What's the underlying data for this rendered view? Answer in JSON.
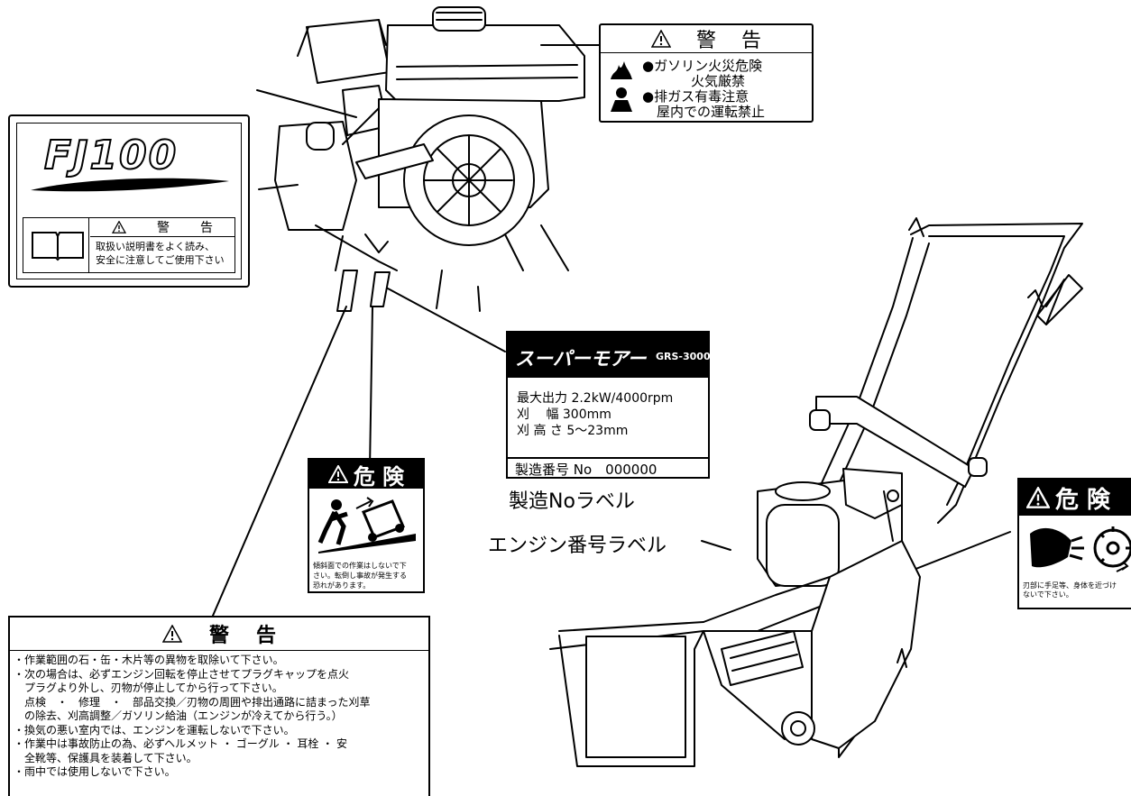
{
  "fuel_label": {
    "header": [
      "警",
      "告"
    ],
    "line1": "●ガソリン火災危険",
    "line2": "火気厳禁",
    "line3": "●排ガス有毒注意",
    "line4": "屋内での運転禁止"
  },
  "model_label": {
    "model": "FJ100",
    "header": [
      "警",
      "告"
    ],
    "text1": "取扱い説明書をよく読み、",
    "text2": "安全に注意してご使用下さい"
  },
  "serial_label": {
    "product": "スーパーモアー",
    "model_code": "GRS-3000",
    "row1": "最大出力 2.2kW/4000rpm",
    "row2": "刈　 幅 300mm",
    "row3": "刈 高 さ 5～23mm",
    "serial": "製造番号 No　000000",
    "caption": "製造Noラベル"
  },
  "slope_label": {
    "header": "危 険",
    "text1": "傾斜面での作業はしないで下",
    "text2": "さい。転倒し事故が発生する",
    "text3": "恐れがあります。"
  },
  "blade_label": {
    "header": "危 険",
    "text1": "刃部に手足等、身体を近づけ",
    "text2": "ないで下さい。"
  },
  "engine_number_callout": "エンジン番号ラベル",
  "general_warning": {
    "header": [
      "警",
      "告"
    ],
    "lines": [
      "・作業範囲の石・缶・木片等の異物を取除いて下さい。",
      "・次の場合は、必ずエンジン回転を停止させてプラグキャップを点火",
      "　プラグより外し、刃物が停止してから行って下さい。",
      "　点検　・　修理　・　部品交換／刃物の周囲や排出通路に詰まった刈草",
      "　の除去、刈高調整／ガソリン給油（エンジンが冷えてから行う。）",
      "・換気の悪い室内では、エンジンを運転しないで下さい。",
      "・作業中は事故防止の為、必ずヘルメット ・ ゴーグル ・ 耳栓 ・ 安",
      "　全靴等、保護具を装着して下さい。",
      "・雨中では使用しないで下さい。"
    ]
  }
}
